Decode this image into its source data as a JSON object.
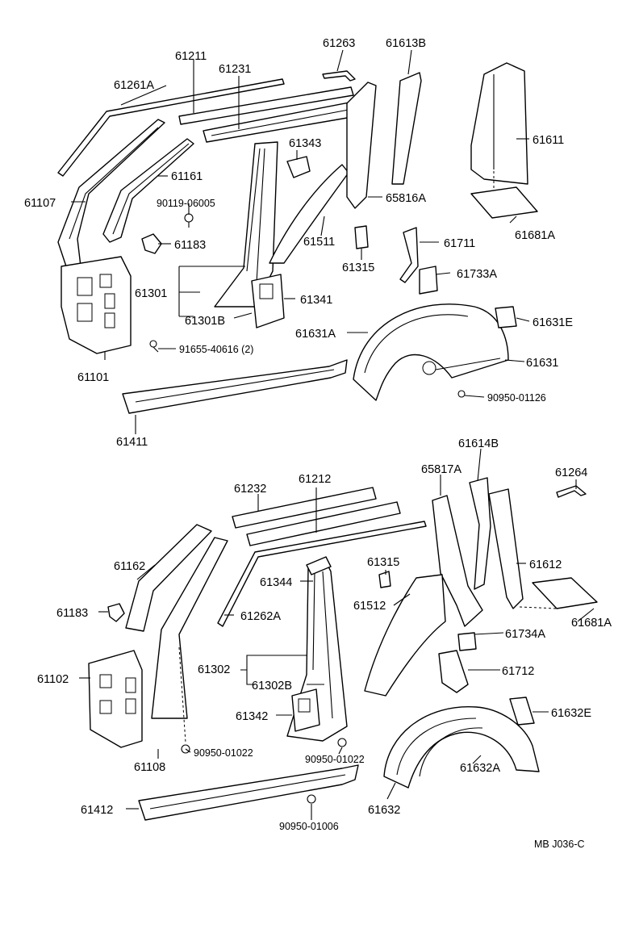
{
  "labels": {
    "p61263": "61263",
    "p61613B": "61613B",
    "p61211": "61211",
    "p61231": "61231",
    "p61261A": "61261A",
    "p61343": "61343",
    "p61611": "61611",
    "p61107": "61107",
    "p61161": "61161",
    "p90119": "90119-06005",
    "p65816A": "65816A",
    "p61681A_top": "61681A",
    "p61183_top": "61183",
    "p61511": "61511",
    "p61711": "61711",
    "p61315_top": "61315",
    "p61733A": "61733A",
    "p61301": "61301",
    "p61341": "61341",
    "p61301B": "61301B",
    "p61631E": "61631E",
    "p61631A": "61631A",
    "p91655": "91655-40616 (2)",
    "p61631": "61631",
    "p61101": "61101",
    "p90950_01126": "90950-01126",
    "p61411": "61411",
    "p61614B": "61614B",
    "p65817A": "65817A",
    "p61264": "61264",
    "p61232": "61232",
    "p61212": "61212",
    "p61162": "61162",
    "p61315_bot": "61315",
    "p61612": "61612",
    "p61344": "61344",
    "p61183_bot": "61183",
    "p61262A": "61262A",
    "p61512": "61512",
    "p61681A_bot": "61681A",
    "p61734A": "61734A",
    "p61302": "61302",
    "p61712": "61712",
    "p61102": "61102",
    "p61302B": "61302B",
    "p61342": "61342",
    "p61632E": "61632E",
    "p90950_01022_l": "90950-01022",
    "p90950_01022_r": "90950-01022",
    "p61108": "61108",
    "p61632A": "61632A",
    "p61412": "61412",
    "p61632": "61632",
    "p90950_01006": "90950-01006",
    "ref_code": "MB  J036-C"
  }
}
